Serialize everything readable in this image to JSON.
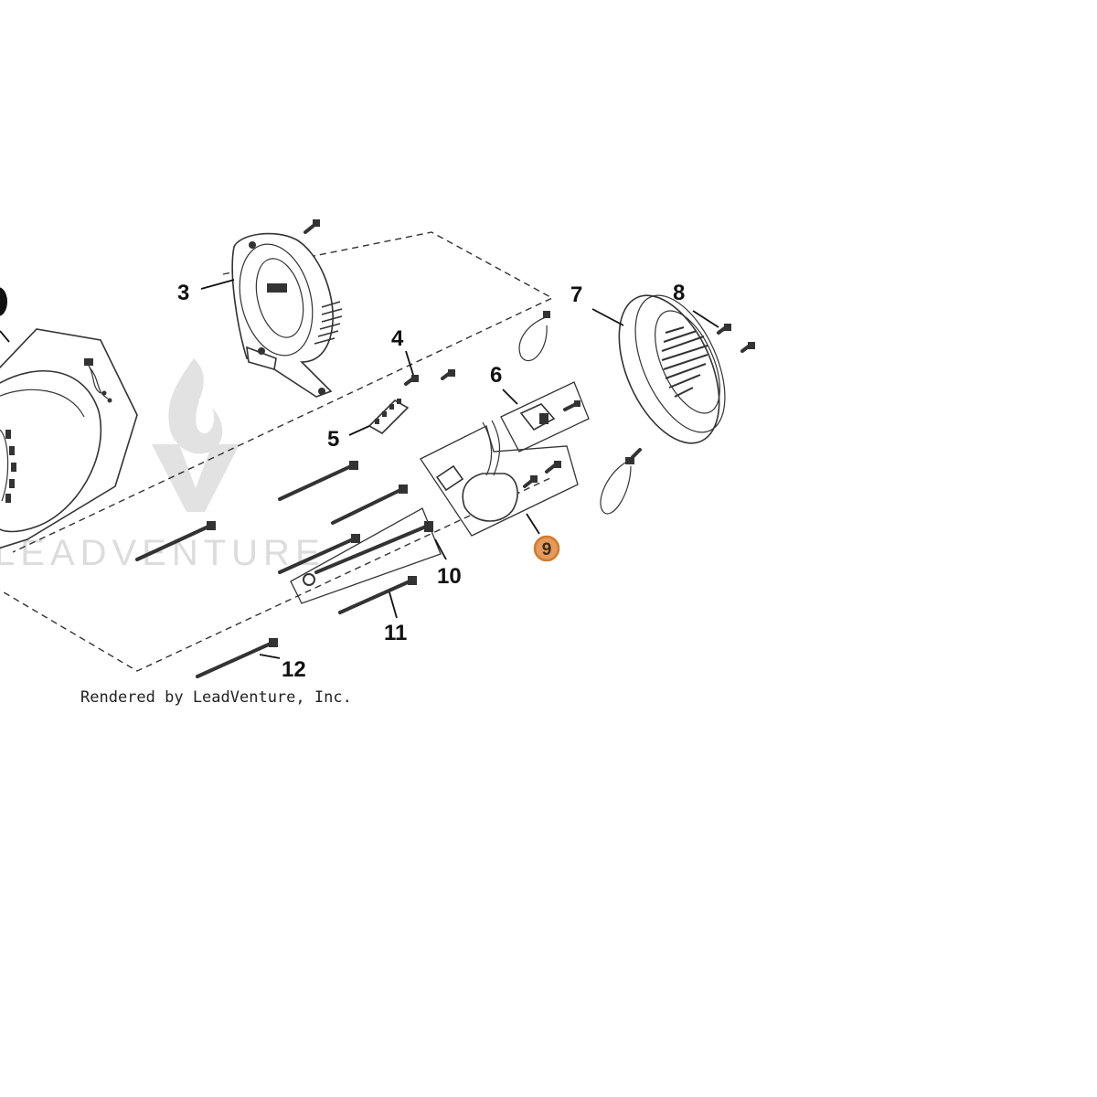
{
  "diagram": {
    "callouts": {
      "c3": "3",
      "c4": "4",
      "c5": "5",
      "c6": "6",
      "c7": "7",
      "c8": "8",
      "c9": "9",
      "c10": "10",
      "c11": "11",
      "c12": "12"
    },
    "highlighted_callout": "9",
    "highlight_color": "#e69a5a",
    "highlight_ring_color": "#d27a2e",
    "credit": "Rendered by LeadVenture, Inc.",
    "watermark_text": "LEADVENTURE",
    "watermark_color": "#dcdcdc"
  }
}
